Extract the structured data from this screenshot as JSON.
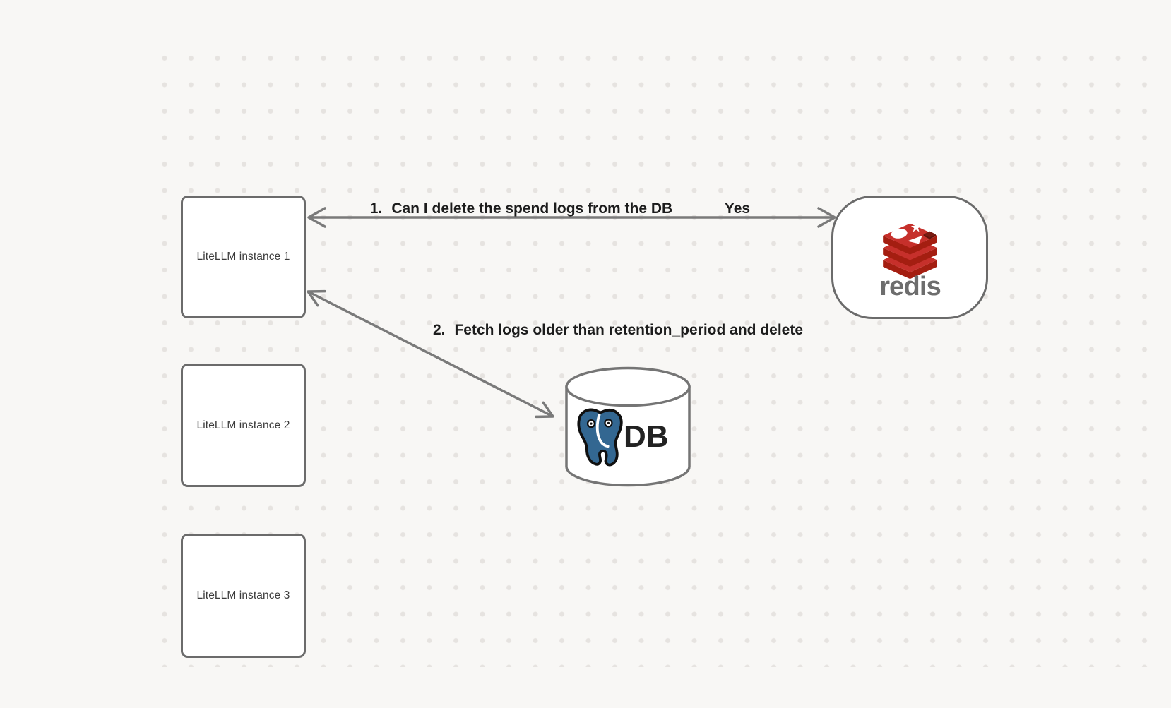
{
  "diagram": {
    "background_color": "#f8f7f5",
    "dot_color": "#e6e3e0",
    "node_fill": "#ffffff",
    "node_border_color": "#6b6b6b",
    "arrow_color": "#7a7a7a",
    "annotation_text_color": "#1c1c1c",
    "redis_red": "#C6302B",
    "redis_dark_red": "#A41E11",
    "redis_wordmark_color": "#6d6d6d",
    "postgres_blue": "#336791"
  },
  "nodes": {
    "instances": [
      {
        "label": "LiteLLM instance 1"
      },
      {
        "label": "LiteLLM instance 2"
      },
      {
        "label": "LiteLLM instance 3"
      }
    ],
    "redis": {
      "label": "redis",
      "icon": "redis-logo"
    },
    "db": {
      "label": "DB",
      "icon": "postgresql-elephant"
    }
  },
  "edges": [
    {
      "from": "LiteLLM instance 1",
      "to": "redis",
      "style": "bidirectional-arrow",
      "label_number": "1.",
      "label_text": "Can I delete the spend logs from the DB",
      "reply_label": "Yes"
    },
    {
      "from": "LiteLLM instance 1",
      "to": "DB",
      "style": "bidirectional-arrow",
      "label_number": "2.",
      "label_text": "Fetch logs older than retention_period and delete"
    }
  ]
}
